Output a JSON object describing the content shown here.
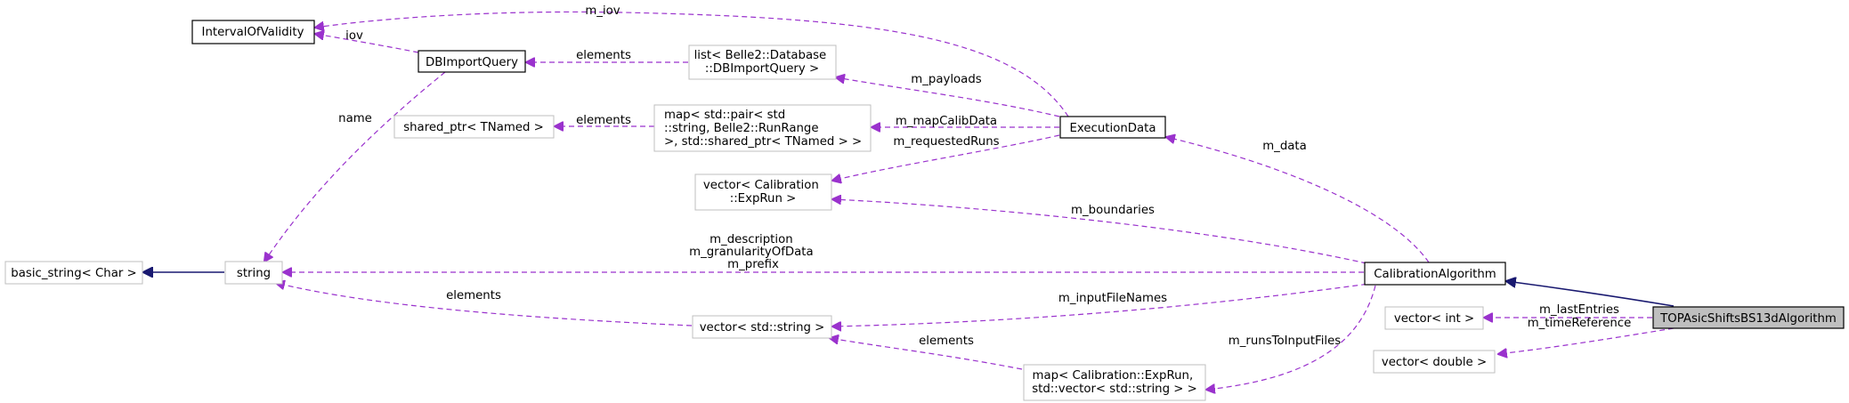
{
  "nodes": {
    "interval_of_validity": [
      "IntervalOfValidity"
    ],
    "db_import_query": [
      "DBImportQuery"
    ],
    "list_dbimportquery": [
      "list< Belle2::Database",
      "::DBImportQuery >"
    ],
    "shared_ptr_tnamed": [
      "shared_ptr< TNamed >"
    ],
    "map_runrange": [
      "map< std::pair< std",
      "::string, Belle2::RunRange",
      " >, std::shared_ptr< TNamed > >"
    ],
    "execution_data": [
      "ExecutionData"
    ],
    "vector_exprun": [
      "vector< Calibration",
      "::ExpRun >"
    ],
    "basic_string": [
      "basic_string< Char >"
    ],
    "string": [
      "string"
    ],
    "calibration_algorithm": [
      "CalibrationAlgorithm"
    ],
    "vector_string": [
      "vector< std::string >"
    ],
    "map_exprun_files": [
      "map< Calibration::ExpRun,",
      "std::vector< std::string > >"
    ],
    "vector_int": [
      "vector< int >"
    ],
    "vector_double": [
      "vector< double >"
    ],
    "top_algorithm": [
      "TOPAsicShiftsBS13dAlgorithm"
    ]
  },
  "edges": {
    "m_iov": [
      "m_iov"
    ],
    "iov": [
      "iov"
    ],
    "elements_list": [
      "elements"
    ],
    "m_payloads": [
      "m_payloads"
    ],
    "name": [
      "name"
    ],
    "elements_shared": [
      "elements"
    ],
    "m_map_calib_data": [
      "m_mapCalibData"
    ],
    "m_requested_runs": [
      "m_requestedRuns"
    ],
    "m_data": [
      "m_data"
    ],
    "m_boundaries": [
      "m_boundaries"
    ],
    "m_description": [
      "m_description",
      "m_granularityOfData",
      "m_prefix"
    ],
    "elements_vector": [
      "elements"
    ],
    "m_input_file_names": [
      "m_inputFileNames"
    ],
    "m_last_entries": [
      "m_lastEntries"
    ],
    "m_time_reference": [
      "m_timeReference"
    ],
    "elements_map": [
      "elements"
    ],
    "m_runs_to_input_files": [
      "m_runsToInputFiles"
    ]
  }
}
